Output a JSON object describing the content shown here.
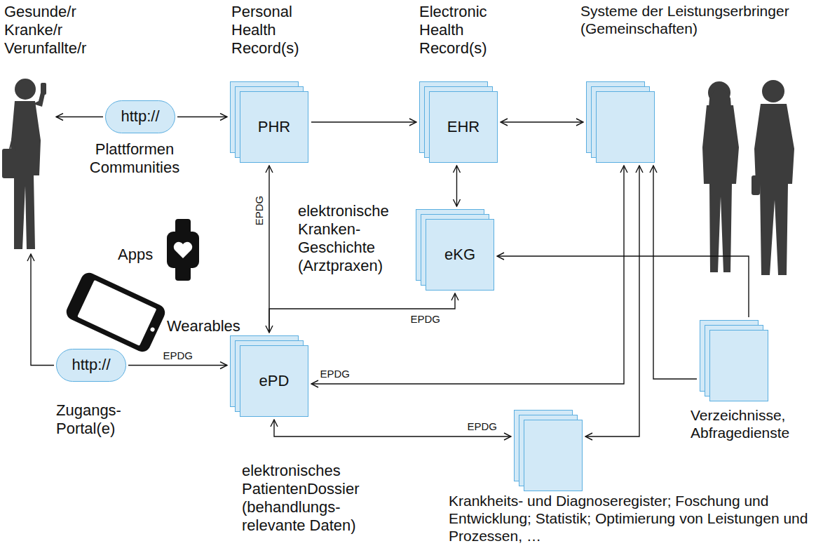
{
  "diagram": {
    "nodes": [
      {
        "text": [
          "Gesunde/r Kranke/r Verunfallte/r"
        ]
      },
      {
        "text": [
          "http://",
          "Plattformen Communities"
        ]
      },
      {
        "text": [
          "Personal Health Record(s)",
          "PHR"
        ]
      },
      {
        "text": [
          "Electronic Health Record(s)",
          "EHR"
        ]
      },
      {
        "text": [
          "Systeme der Leistungserbringer (Gemeinschaften)"
        ]
      },
      {
        "text": [
          "elektronische Kranken- Geschichte (Arztpraxen)",
          "eKG"
        ]
      },
      {
        "text": [
          "elektronisches PatientenDossier (behandlungs- relevante Daten)",
          "ePD"
        ]
      },
      {
        "text": [
          "http://",
          "Zugangs- Portal(e)"
        ]
      },
      {
        "text": [
          "Verzeichnisse, Abfragedienste"
        ]
      },
      {
        "text": [
          "Krankheits- und Diagnoseregister; Foschung und Entwicklung; Statistik; Optimierung von Leistungen und Prozessen, …"
        ]
      }
    ],
    "edges": [
      {
        "from": 1,
        "to": 0,
        "arrow": "to"
      },
      {
        "from": 1,
        "to": 2,
        "arrow": "to"
      },
      {
        "from": 2,
        "to": 3,
        "arrow": "to"
      },
      {
        "from": 3,
        "to": 4,
        "arrow": "both"
      },
      {
        "from": 3,
        "to": 5,
        "arrow": "both"
      },
      {
        "from": 2,
        "to": 6,
        "label": "EPDG",
        "arrow": "both"
      },
      {
        "from": 6,
        "to": 5,
        "label": "EPDG",
        "arrow": "to"
      },
      {
        "from": 7,
        "to": 6,
        "label": "EPDG",
        "arrow": "to"
      },
      {
        "from": 7,
        "to": 0,
        "arrow": "to"
      },
      {
        "from": 4,
        "to": 6,
        "label": "EPDG",
        "arrow": "both"
      },
      {
        "from": 6,
        "to": 9,
        "label": "EPDG",
        "arrow": "both"
      },
      {
        "from": 9,
        "to": 4,
        "arrow": "both"
      },
      {
        "from": 8,
        "to": 4,
        "arrow": "to"
      },
      {
        "from": 8,
        "to": 5,
        "arrow": "to"
      }
    ],
    "labels": [
      "Apps",
      "Wearables"
    ]
  }
}
